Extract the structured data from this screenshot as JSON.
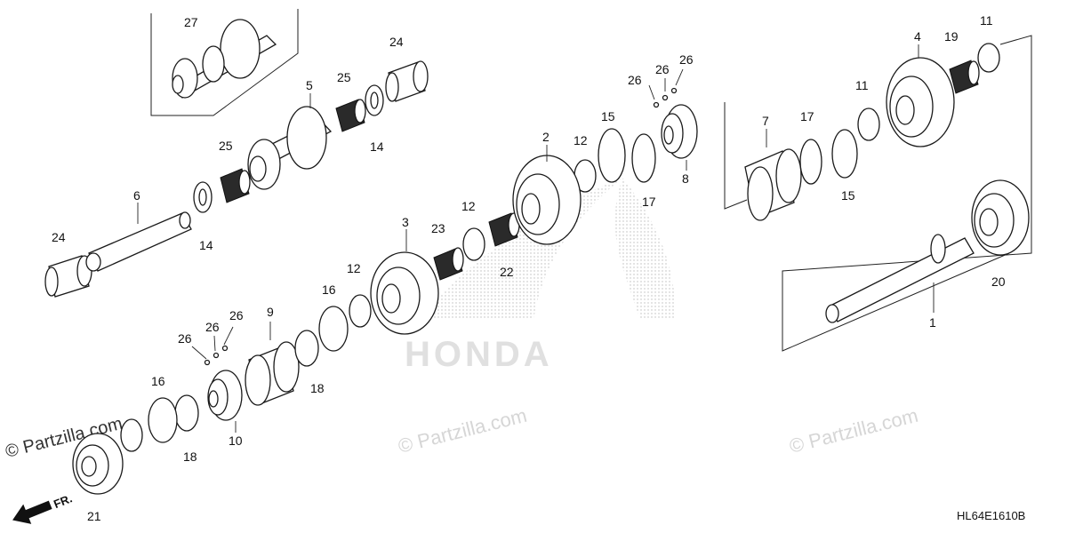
{
  "diagram": {
    "code": "HL64E1610B",
    "direction_label": "FR.",
    "watermark": "© Partzilla.com",
    "brand_watermark": "HONDA",
    "part_labels": {
      "p1": "1",
      "p2": "2",
      "p3": "3",
      "p4": "4",
      "p5": "5",
      "p6": "6",
      "p7": "7",
      "p8": "8",
      "p9": "9",
      "p10": "10",
      "p11a": "11",
      "p11b": "11",
      "p12a": "12",
      "p12b": "12",
      "p12c": "12",
      "p14a": "14",
      "p14b": "14",
      "p15a": "15",
      "p15b": "15",
      "p16a": "16",
      "p16b": "16",
      "p17a": "17",
      "p17b": "17",
      "p18a": "18",
      "p18b": "18",
      "p19": "19",
      "p20": "20",
      "p21": "21",
      "p22": "22",
      "p23": "23",
      "p24a": "24",
      "p24b": "24",
      "p25a": "25",
      "p25b": "25",
      "p26a": "26",
      "p26b": "26",
      "p26c": "26",
      "p26d": "26",
      "p26e": "26",
      "p26f": "26",
      "p27": "27"
    }
  }
}
